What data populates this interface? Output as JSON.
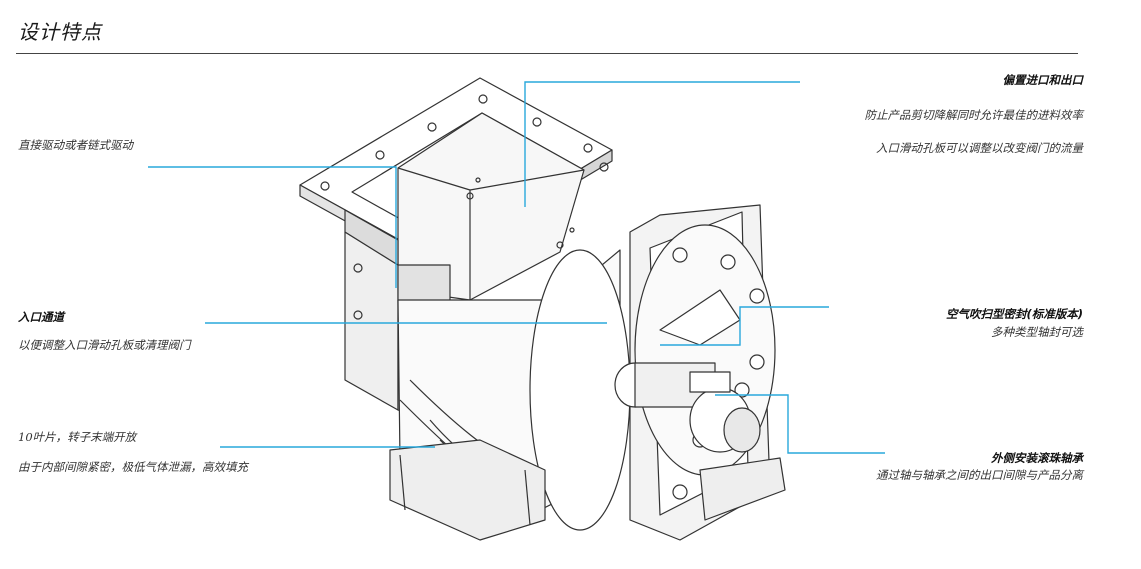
{
  "page": {
    "title": "设计特点"
  },
  "callouts": {
    "offset_inlet": {
      "heading": "偏置进口和出口",
      "line1": "防止产品剪切降解同时允许最佳的进料效率",
      "line2": "入口滑动孔板可以调整以改变阀门的流量"
    },
    "drive": {
      "line1": "直接驱动或者链式驱动"
    },
    "inlet_channel": {
      "heading": "入口通道",
      "line1": "以便调整入口滑动孔板或清理阀门"
    },
    "rotor": {
      "line1": "10叶片，转子末端开放",
      "line2": "由于内部间隙紧密，极低气体泄漏，高效填充"
    },
    "air_purge": {
      "heading": "空气吹扫型密封(标准版本)",
      "line1": "多种类型轴封可选"
    },
    "bearing": {
      "heading": "外侧安装滚珠轴承",
      "line1": "通过轴与轴承之间的出口间隙与产品分离"
    }
  },
  "colors": {
    "leader": "#29a8dc",
    "outline": "#333333",
    "shade": "#d9d9d9"
  }
}
